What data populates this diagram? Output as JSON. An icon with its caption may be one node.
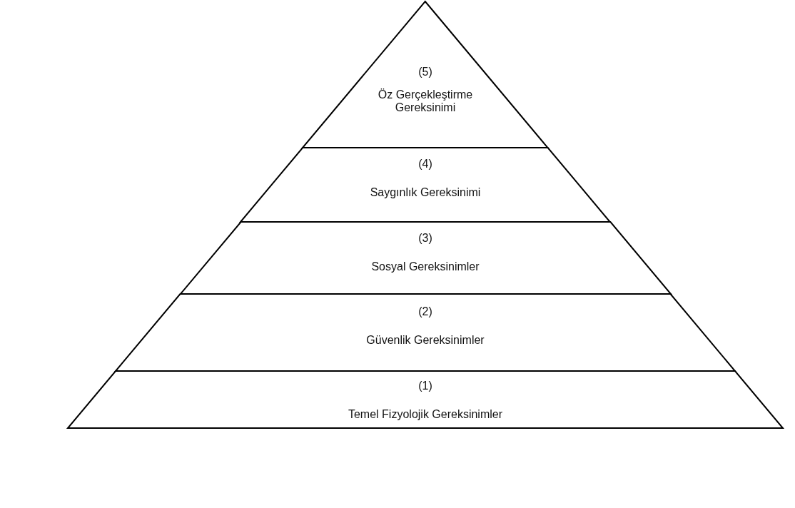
{
  "diagram": {
    "nodes": [
      {
        "text": [
          "(5)",
          "Öz Gerçekleştirme Gereksinimi"
        ]
      },
      {
        "text": [
          "(4)",
          "Saygınlık Gereksinimi"
        ]
      },
      {
        "text": [
          "(3)",
          "Sosyal Gereksinimler"
        ]
      },
      {
        "text": [
          "(2)",
          "Güvenlik Gereksinimler"
        ]
      },
      {
        "text": [
          "(1)",
          "Temel Fizyolojik Gereksinimler"
        ]
      }
    ]
  }
}
